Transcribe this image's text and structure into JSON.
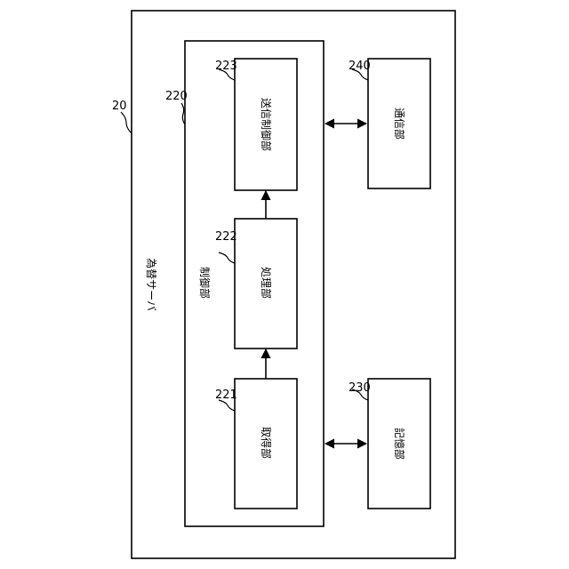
{
  "diagram": {
    "server": {
      "ref": "20",
      "label": "為替サーバ"
    },
    "control_unit": {
      "ref": "220",
      "label": "制御部"
    },
    "acquisition_unit": {
      "ref": "221",
      "label": "取得部"
    },
    "processing_unit": {
      "ref": "222",
      "label": "処理部"
    },
    "transmission_control_unit": {
      "ref": "223",
      "label": "送信制御部"
    },
    "storage_unit": {
      "ref": "230",
      "label": "記憶部"
    },
    "communication_unit": {
      "ref": "240",
      "label": "通信部"
    }
  },
  "colors": {
    "line": "#000000",
    "background": "#ffffff"
  }
}
